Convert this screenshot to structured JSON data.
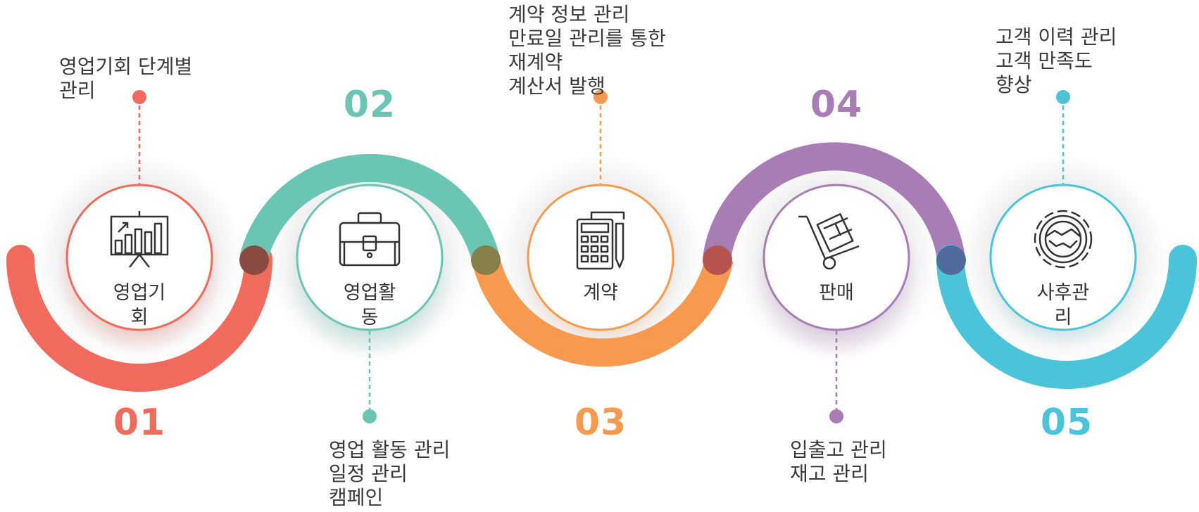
{
  "steps": [
    {
      "number": "01",
      "label_lines": [
        "영업기",
        "회"
      ],
      "desc_lines": [
        "영업기회 단계별",
        "관리"
      ],
      "color": "#F06B5E",
      "icon": "presentation-chart-icon"
    },
    {
      "number": "02",
      "label_lines": [
        "영업활",
        "동"
      ],
      "desc_lines": [
        "영업 활동 관리",
        "일정 관리",
        "캠페인"
      ],
      "color": "#6BC5B5",
      "icon": "briefcase-icon"
    },
    {
      "number": "03",
      "label_lines": [
        "계약"
      ],
      "desc_lines": [
        "계약 정보 관리",
        "만료일 관리를 통한",
        "재계약",
        "계산서 발행"
      ],
      "color": "#F79A50",
      "icon": "calculator-document-icon"
    },
    {
      "number": "04",
      "label_lines": [
        "판매"
      ],
      "desc_lines": [
        "입출고 관리",
        "재고 관리"
      ],
      "color": "#A87DB5",
      "icon": "hand-truck-icon"
    },
    {
      "number": "05",
      "label_lines": [
        "사후관",
        "리"
      ],
      "desc_lines": [
        "고객 이력 관리",
        "고객 만족도",
        "향상"
      ],
      "color": "#4BC3D8",
      "icon": "gear-handshake-icon"
    }
  ]
}
